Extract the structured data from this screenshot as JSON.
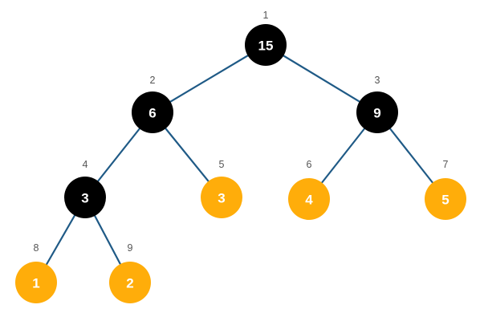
{
  "colors": {
    "background": "#ffffff",
    "edge": "#1f5a86",
    "internal_node": "#000000",
    "leaf_node": "#ffad0a",
    "node_text": "#ffffff",
    "index_text": "#555555"
  },
  "tree": {
    "nodes": [
      {
        "id": "n1",
        "index": "1",
        "value": "15",
        "kind": "internal"
      },
      {
        "id": "n2",
        "index": "2",
        "value": "6",
        "kind": "internal"
      },
      {
        "id": "n3",
        "index": "3",
        "value": "9",
        "kind": "internal"
      },
      {
        "id": "n4",
        "index": "4",
        "value": "3",
        "kind": "internal"
      },
      {
        "id": "n5",
        "index": "5",
        "value": "3",
        "kind": "leaf"
      },
      {
        "id": "n6",
        "index": "6",
        "value": "4",
        "kind": "leaf"
      },
      {
        "id": "n7",
        "index": "7",
        "value": "5",
        "kind": "leaf"
      },
      {
        "id": "n8",
        "index": "8",
        "value": "1",
        "kind": "leaf"
      },
      {
        "id": "n9",
        "index": "9",
        "value": "2",
        "kind": "leaf"
      }
    ],
    "edges": [
      {
        "from": "n1",
        "to": "n2"
      },
      {
        "from": "n1",
        "to": "n3"
      },
      {
        "from": "n2",
        "to": "n4"
      },
      {
        "from": "n2",
        "to": "n5"
      },
      {
        "from": "n3",
        "to": "n6"
      },
      {
        "from": "n3",
        "to": "n7"
      },
      {
        "from": "n4",
        "to": "n8"
      },
      {
        "from": "n4",
        "to": "n9"
      }
    ]
  }
}
